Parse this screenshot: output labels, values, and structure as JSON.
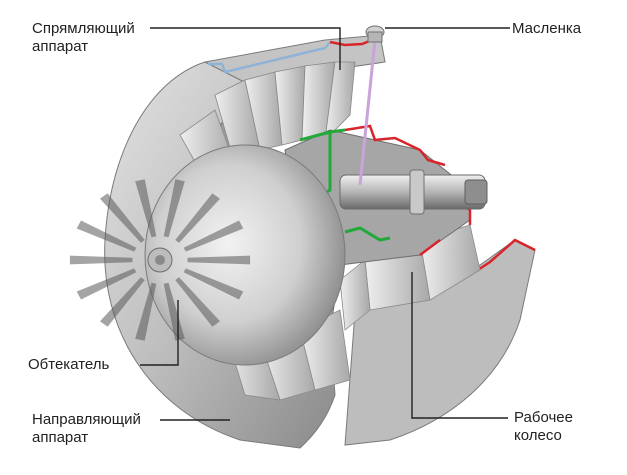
{
  "colors": {
    "background": "#ffffff",
    "metal_light": "#d9d9d9",
    "metal_mid": "#a9a9a9",
    "metal_dark": "#5e5e5e",
    "section_red": "#d8242b",
    "section_green": "#23a83a",
    "section_blue": "#8fb3d6",
    "oil_tube": "#c9a3d9",
    "leader": "#222222"
  },
  "labels": {
    "straightener": {
      "line1": "Спрямляющий",
      "line2": "аппарат"
    },
    "oiler": {
      "line1": "Масленка"
    },
    "fairing": {
      "line1": "Обтекатель"
    },
    "guide_vanes": {
      "line1": "Направляющий",
      "line2": "аппарат"
    },
    "impeller": {
      "line1": "Рабочее",
      "line2": "колесо"
    }
  }
}
